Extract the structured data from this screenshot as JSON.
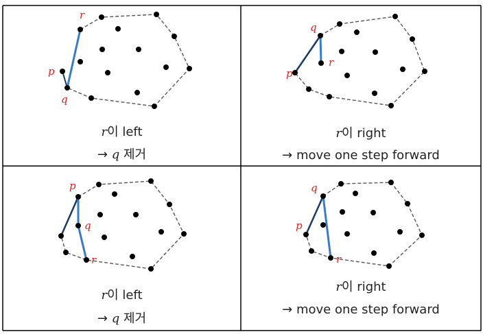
{
  "colors": {
    "hull": "#555555",
    "highlight": "#3a7cc4",
    "label": "#e02020",
    "point": "#000000"
  },
  "panels": [
    {
      "id": "top-left",
      "caption": {
        "line1_var": "r",
        "line1_text": "이 left",
        "line2_arrow": "→",
        "line2_var": "q",
        "line2_text": "제거"
      }
    },
    {
      "id": "top-right",
      "caption": {
        "line1_var": "r",
        "line1_text": "이 right",
        "line2_arrow": "→",
        "line2_text": "move one step forward"
      }
    },
    {
      "id": "bottom-left",
      "caption": {
        "line1_var": "r",
        "line1_text": "이 left",
        "line2_arrow": "→",
        "line2_var": "q",
        "line2_text": "제거"
      }
    },
    {
      "id": "bottom-right",
      "caption": {
        "line1_var": "r",
        "line1_text": "이 right",
        "line2_arrow": "→",
        "line2_text": "move one step forward"
      }
    }
  ],
  "labels": {
    "p": "p",
    "q": "q",
    "r": "r"
  }
}
